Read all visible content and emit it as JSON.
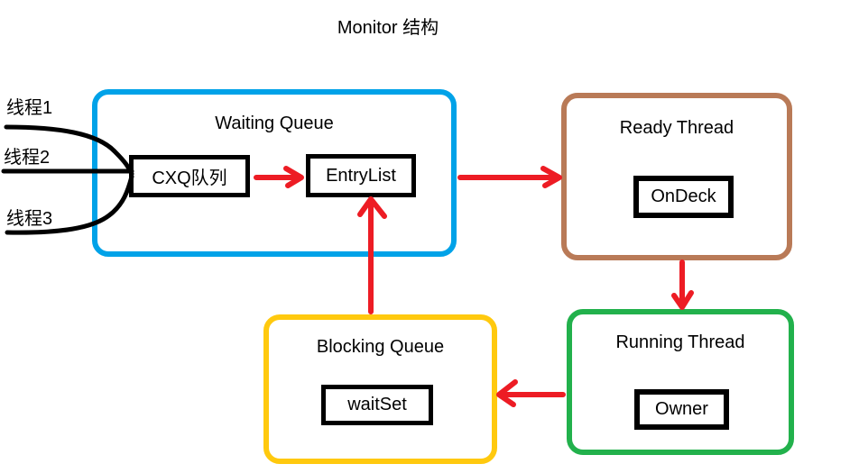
{
  "title": "Monitor 结构",
  "threads": [
    {
      "label": "线程1"
    },
    {
      "label": "线程2"
    },
    {
      "label": "线程3"
    }
  ],
  "nodes": {
    "waiting_queue": {
      "label": "Waiting Queue",
      "border_color": "#00a2e8"
    },
    "cxq": {
      "label": "CXQ队列",
      "border_color": "#000000"
    },
    "entrylist": {
      "label": "EntryList",
      "border_color": "#000000"
    },
    "ready_thread": {
      "label": "Ready Thread",
      "border_color": "#b97a57"
    },
    "ondeck": {
      "label": "OnDeck",
      "border_color": "#000000"
    },
    "running_thread": {
      "label": "Running Thread",
      "border_color": "#22b14c"
    },
    "owner": {
      "label": "Owner",
      "border_color": "#000000"
    },
    "blocking_queue": {
      "label": "Blocking Queue",
      "border_color": "#ffc90e"
    },
    "waitset": {
      "label": "waitSet",
      "border_color": "#000000"
    }
  },
  "edges": [
    {
      "from": "线程1",
      "to": "cxq",
      "color": "#000000"
    },
    {
      "from": "线程2",
      "to": "cxq",
      "color": "#000000"
    },
    {
      "from": "线程3",
      "to": "cxq",
      "color": "#000000"
    },
    {
      "from": "cxq",
      "to": "entrylist",
      "color": "#ed1c24"
    },
    {
      "from": "waiting_queue",
      "to": "ready_thread",
      "color": "#ed1c24"
    },
    {
      "from": "ready_thread",
      "to": "running_thread",
      "color": "#ed1c24"
    },
    {
      "from": "running_thread",
      "to": "blocking_queue",
      "color": "#ed1c24"
    },
    {
      "from": "blocking_queue",
      "to": "entrylist",
      "color": "#ed1c24"
    }
  ]
}
